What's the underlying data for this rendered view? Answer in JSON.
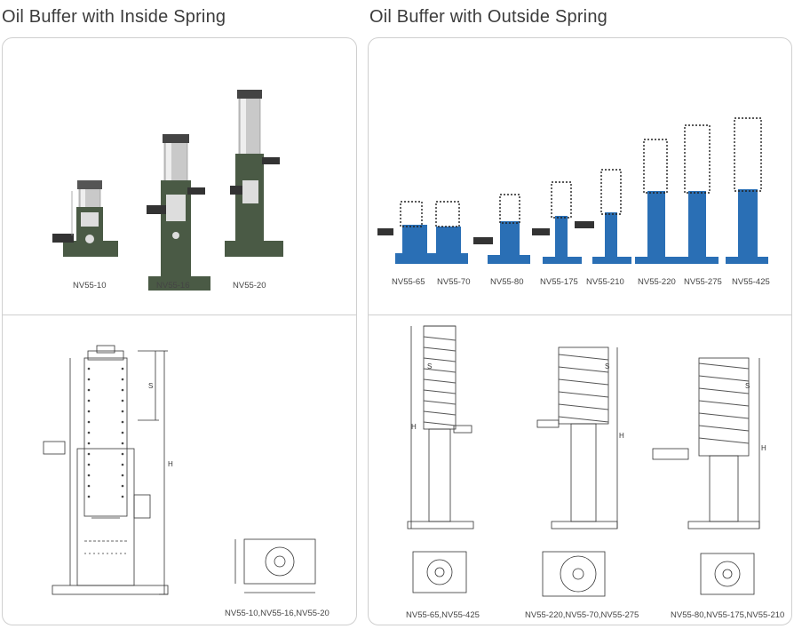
{
  "left": {
    "title": "Oil Buffer with Inside Spring",
    "models": [
      "NV55-10",
      "NV55-16",
      "NV55-20"
    ],
    "drawing_caption": "NV55-10,NV55-16,NV55-20",
    "drawing_dims": [
      "S",
      "H"
    ]
  },
  "right": {
    "title": "Oil Buffer with Outside Spring",
    "models": [
      "NV55-65",
      "NV55-70",
      "NV55-80",
      "NV55-175",
      "NV55-210",
      "NV55-220",
      "NV55-275",
      "NV55-425"
    ],
    "drawing_captions": [
      "NV55-65,NV55-425",
      "NV55-220,NV55-70,NV55-275",
      "NV55-80,NV55-175,NV55-210"
    ],
    "drawing_dims": [
      "S",
      "H"
    ]
  },
  "colors": {
    "green_body": "#4a5a45",
    "blue_body": "#2a6fb5",
    "chrome": "#c8c8c8",
    "panel_border": "#cfcfcf"
  }
}
